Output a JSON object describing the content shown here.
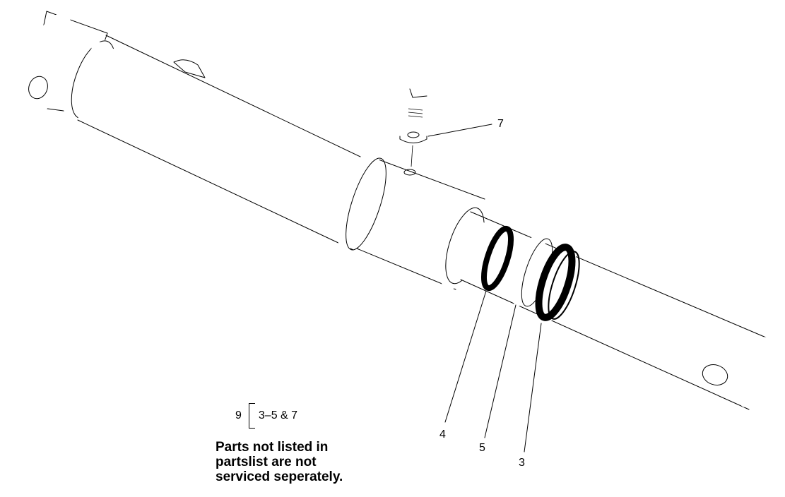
{
  "callouts": [
    {
      "id": "washer",
      "label": "7"
    },
    {
      "id": "o-ring",
      "label": "4"
    },
    {
      "id": "back-up-ring",
      "label": "5"
    },
    {
      "id": "rod-seal",
      "label": "3"
    }
  ],
  "kit": {
    "number": "9",
    "contents": "3–5 & 7"
  },
  "note": {
    "line1": "Parts not listed in",
    "line2": "partslist are not",
    "line3": "serviced seperately."
  }
}
